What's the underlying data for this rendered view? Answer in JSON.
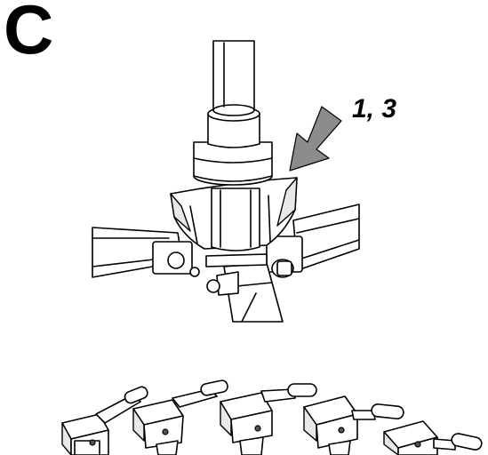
{
  "figure": {
    "section_letter": "C",
    "step_label": "1, 3",
    "arrow_color": "#8c8c8c",
    "line_color": "#000000"
  },
  "heads_row": {
    "count": 5
  }
}
